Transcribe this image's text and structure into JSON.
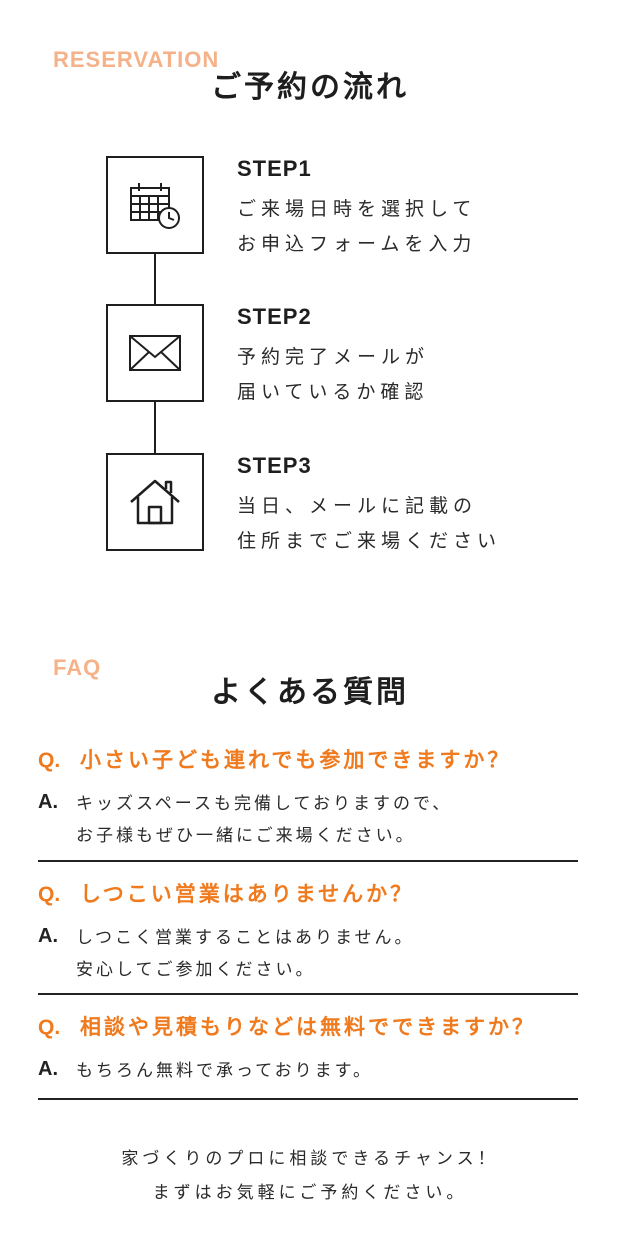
{
  "reservation": {
    "eyebrow": "RESERVATION",
    "title": "ご予約の流れ",
    "steps": [
      {
        "label": "STEP1",
        "line1": "ご来場日時を選択して",
        "line2": "お申込フォームを入力",
        "icon": "calendar-clock-icon"
      },
      {
        "label": "STEP2",
        "line1": "予約完了メールが",
        "line2": "届いているか確認",
        "icon": "envelope-icon"
      },
      {
        "label": "STEP3",
        "line1": "当日、メールに記載の",
        "line2": "住所までご来場ください",
        "icon": "house-icon"
      }
    ]
  },
  "faq": {
    "eyebrow": "FAQ",
    "title": "よくある質問",
    "q_mark": "Q.",
    "a_mark": "A.",
    "items": [
      {
        "question": "小さい子ども連れでも参加できますか？",
        "answer_line1": "キッズスペースも完備しておりますので、",
        "answer_line2": "お子様もぜひ一緒にご来場ください。"
      },
      {
        "question": "しつこい営業はありませんか？",
        "answer_line1": "しつこく営業することはありません。",
        "answer_line2": "安心してご参加ください。"
      },
      {
        "question": "相談や見積もりなどは無料でできますか？",
        "answer_line1": "もちろん無料で承っております。",
        "answer_line2": ""
      }
    ]
  },
  "closing": {
    "line1": "家づくりのプロに相談できるチャンス！",
    "line2": "まずはお気軽にご予約ください。"
  },
  "colors": {
    "accent": "#f07a1e",
    "eyebrow": "#f5b289",
    "ink": "#1e1e1e"
  }
}
